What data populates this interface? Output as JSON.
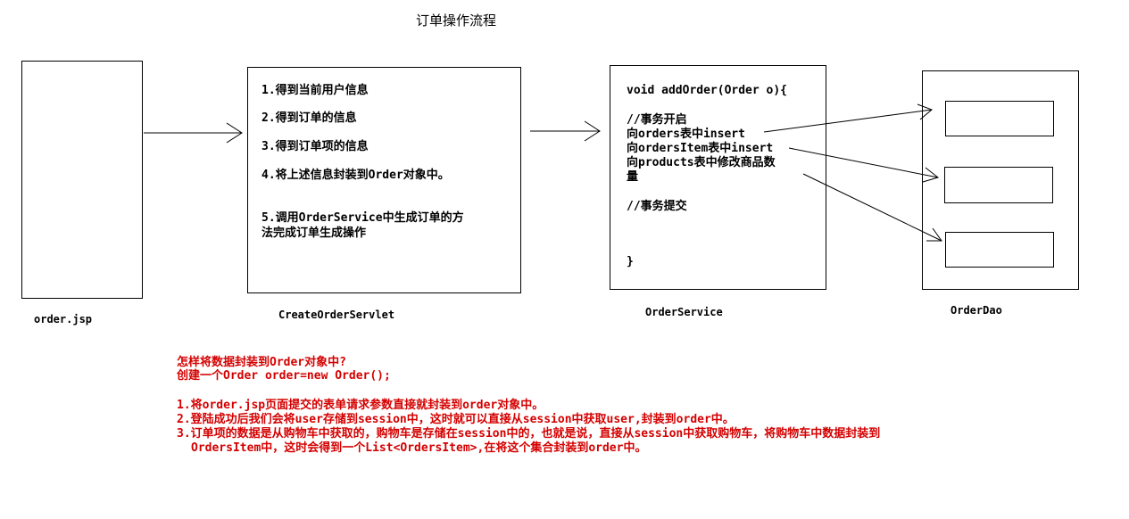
{
  "diagram": {
    "title": "订单操作流程",
    "components": {
      "jsp": {
        "label": "order.jsp"
      },
      "servlet": {
        "label": "CreateOrderServlet",
        "steps": [
          "1.得到当前用户信息",
          "2.得到订单的信息",
          "3.得到订单项的信息",
          "4.将上述信息封装到Order对象中。",
          "5.调用OrderService中生成订单的方",
          "法完成订单生成操作"
        ]
      },
      "service": {
        "label": "OrderService",
        "code": [
          "void addOrder(Order o){",
          "//事务开启",
          "向orders表中insert",
          "向ordersItem表中insert",
          "向products表中修改商品数",
          "量",
          "//事务提交",
          "}"
        ]
      },
      "dao": {
        "label": "OrderDao"
      }
    },
    "notes": [
      "怎样将数据封装到Order对象中?",
      "创建一个Order order=new Order();",
      "1.将order.jsp页面提交的表单请求参数直接就封装到order对象中。",
      "2.登陆成功后我们会将user存储到session中，这时就可以直接从session中获取user,封装到order中。",
      "3.订单项的数据是从购物车中获取的，购物车是存储在session中的，也就是说，直接从session中获取购物车，将购物车中数据封装到",
      "OrdersItem中，这时会得到一个List<OrdersItem>,在将这个集合封装到order中。"
    ],
    "colors": {
      "line": "#000000",
      "note_text": "#d40000",
      "background": "#ffffff"
    }
  }
}
